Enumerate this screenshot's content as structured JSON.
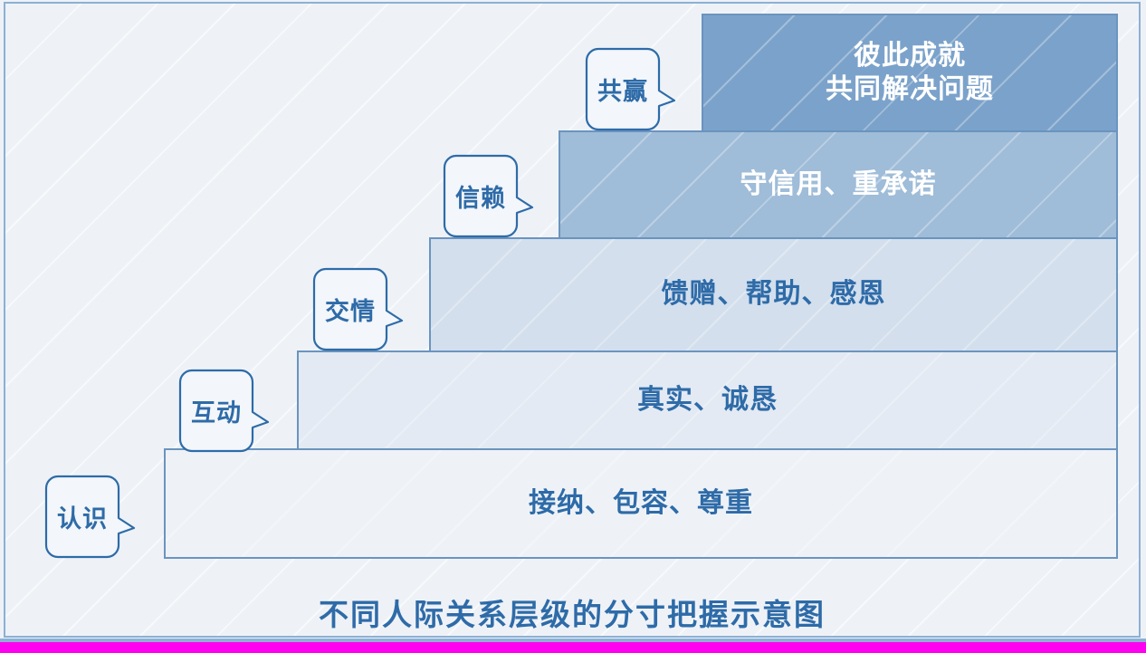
{
  "diagram": {
    "title": "不同人际关系层级的分寸把握示意图",
    "type": "staircase",
    "frame_border_color": "#8cb0d4",
    "background_color": "#eef2f7",
    "accent_color": "#2e6ba8",
    "bottom_strip_color": "#ff00f0",
    "steps": [
      {
        "level": 1,
        "callout_label": "认识",
        "content": "接纳、包容、尊重",
        "fill_color": "#eef2f7",
        "border_color": "#6b94bf",
        "text_color": "#2e6ba8"
      },
      {
        "level": 2,
        "callout_label": "互动",
        "content": "真实、诚恳",
        "fill_color": "#e3eaf3",
        "border_color": "#6b94bf",
        "text_color": "#2e6ba8"
      },
      {
        "level": 3,
        "callout_label": "交情",
        "content": "馈赠、帮助、感恩",
        "fill_color": "#d3dfed",
        "border_color": "#6b94bf",
        "text_color": "#2e6ba8"
      },
      {
        "level": 4,
        "callout_label": "信赖",
        "content": "守信用、重承诺",
        "fill_color": "#9fbcd8",
        "border_color": "#6b94bf",
        "text_color": "#ffffff"
      },
      {
        "level": 5,
        "callout_label": "共赢",
        "content": "彼此成就\n共同解决问题",
        "fill_color": "#7ba2ca",
        "border_color": "#6b94bf",
        "text_color": "#ffffff"
      }
    ]
  }
}
